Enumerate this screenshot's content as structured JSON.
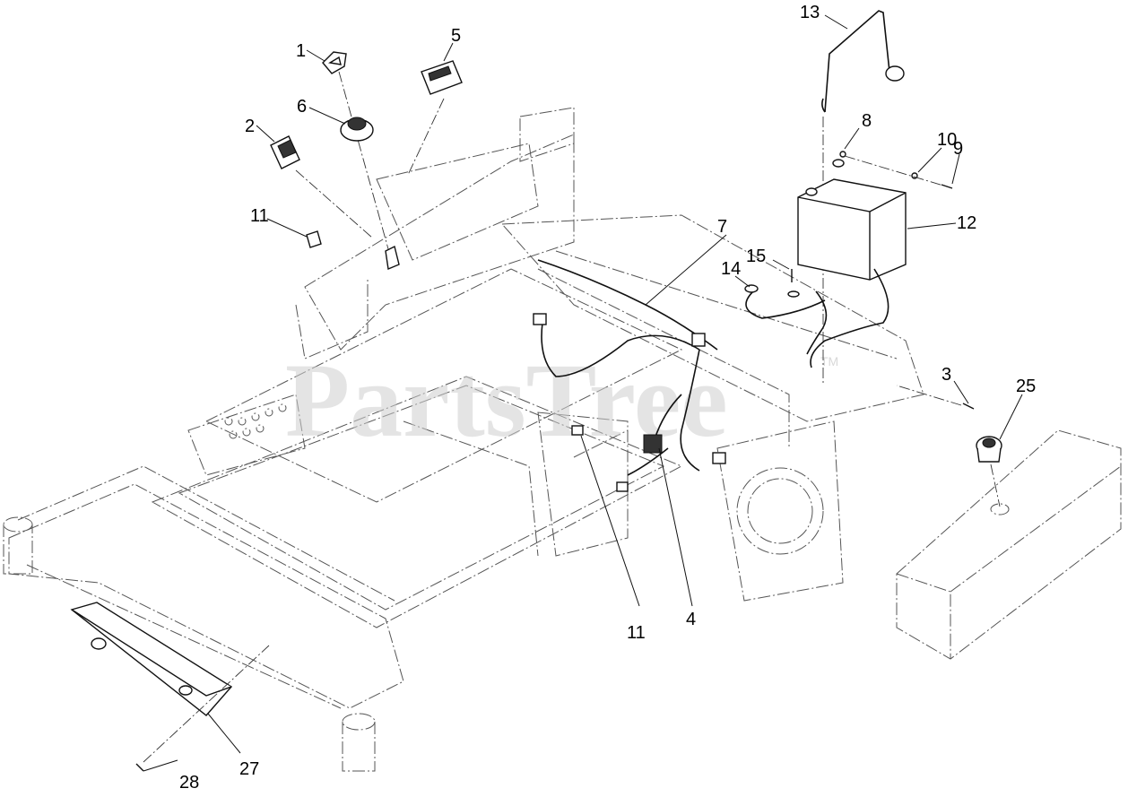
{
  "watermark": {
    "text": "PartsTree",
    "trademark": "TM"
  },
  "callouts": [
    {
      "id": "c1",
      "label": "1"
    },
    {
      "id": "c2",
      "label": "2"
    },
    {
      "id": "c3",
      "label": "3"
    },
    {
      "id": "c4",
      "label": "4"
    },
    {
      "id": "c5",
      "label": "5"
    },
    {
      "id": "c6",
      "label": "6"
    },
    {
      "id": "c7",
      "label": "7"
    },
    {
      "id": "c8",
      "label": "8"
    },
    {
      "id": "c9",
      "label": "9"
    },
    {
      "id": "c10",
      "label": "10"
    },
    {
      "id": "c11a",
      "label": "11"
    },
    {
      "id": "c11b",
      "label": "11"
    },
    {
      "id": "c12",
      "label": "12"
    },
    {
      "id": "c13",
      "label": "13"
    },
    {
      "id": "c14",
      "label": "14"
    },
    {
      "id": "c15",
      "label": "15"
    },
    {
      "id": "c25",
      "label": "25"
    },
    {
      "id": "c27",
      "label": "27"
    },
    {
      "id": "c28",
      "label": "28"
    }
  ]
}
